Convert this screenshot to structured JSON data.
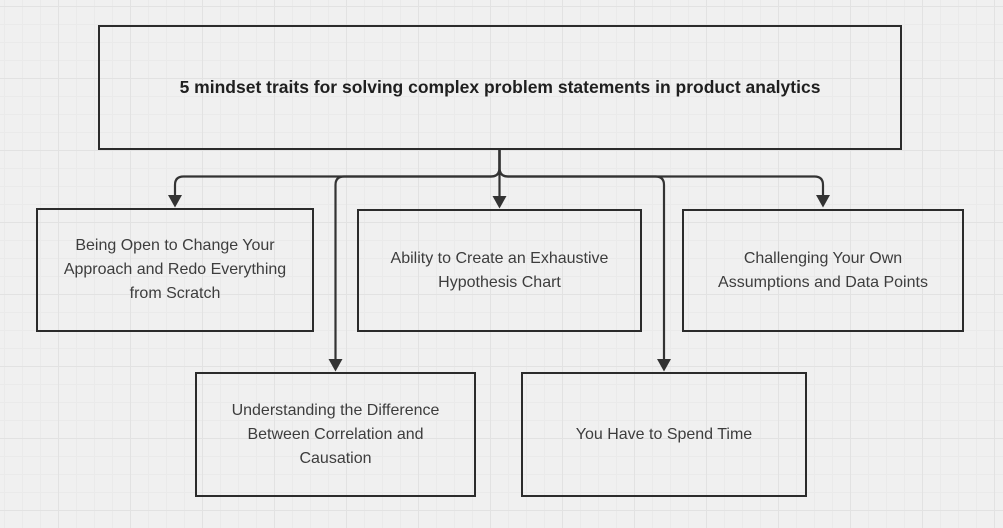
{
  "diagram": {
    "title": "5 mindset traits for solving complex problem statements in product analytics",
    "nodes": [
      {
        "id": "change-approach",
        "label": "Being Open to Change Your Approach and Redo Everything from Scratch"
      },
      {
        "id": "hypothesis-chart",
        "label": "Ability to Create an Exhaustive Hypothesis Chart"
      },
      {
        "id": "challenge-assumptions",
        "label": "Challenging Your Own Assumptions and Data Points"
      },
      {
        "id": "correlation-causation",
        "label": "Understanding the Difference Between Correlation and Causation"
      },
      {
        "id": "spend-time",
        "label": "You Have to Spend Time"
      }
    ],
    "colors": {
      "background": "#f0f0f0",
      "grid_minor": "#eaeaea",
      "grid_major": "#e2e2e2",
      "border": "#2b2b2b",
      "connector": "#333333",
      "text": "#3d3d3d",
      "title_text": "#1f1f1f"
    }
  }
}
